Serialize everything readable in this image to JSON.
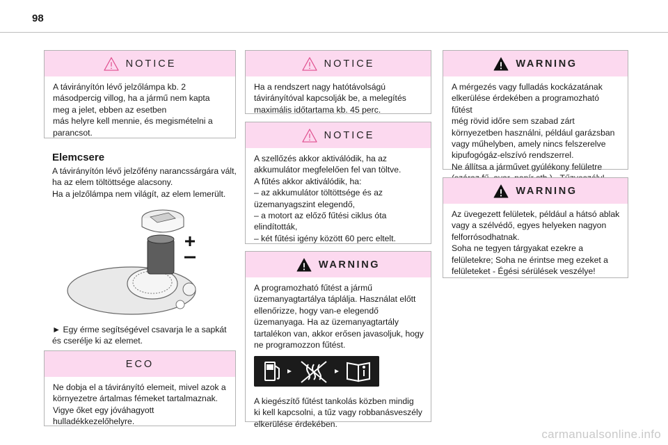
{
  "page": {
    "number": "98"
  },
  "left": {
    "notice": {
      "title": "NOTICE",
      "lines": [
        "A távirányítón lévő jelzőlámpa kb. 2",
        "másodpercig villog, ha a jármű nem kapta",
        "meg a jelet, ebben az esetben",
        "más helyre kell mennie, és megismételni a",
        "parancsot."
      ]
    },
    "battery": {
      "title": "Elemcsere",
      "lines": [
        "A távirányítón lévő jelzőfény narancssárgára vált,",
        "ha az elem töltöttsége alacsony.",
        "Ha a jelzőlámpa nem világít, az elem lemerült."
      ],
      "instruction": [
        "► Egy érme segítségével csavarja le a sapkát",
        "és cserélje ki az elemet."
      ]
    },
    "eco": {
      "title": "ECO",
      "lines": [
        "Ne dobja el a távirányító elemeit, mivel azok a",
        "környezetre ártalmas fémeket tartalmaznak.",
        "Vigye őket egy jóváhagyott",
        "hulladékkezelőhelyre."
      ]
    }
  },
  "middle": {
    "notice1": {
      "title": "NOTICE",
      "lines": [
        "Ha a rendszert nagy hatótávolságú",
        "távirányítóval kapcsolják be, a melegítés",
        "maximális időtartama kb. 45 perc."
      ]
    },
    "notice2": {
      "title": "NOTICE",
      "lines": [
        "A szellőzés akkor aktiválódik, ha az",
        "akkumulátor megfelelően fel van töltve.",
        "A fűtés akkor aktiválódik, ha:",
        "–  az akkumulátor töltöttsége és az",
        "üzemanyagszint elegendő,",
        "–  a motort az előző fűtési ciklus óta",
        "elindították,",
        "–  két fűtési igény között 60 perc eltelt."
      ]
    },
    "warning": {
      "title": "WARNING",
      "lines": [
        "A programozható fűtést a jármű",
        "üzemanyagtartálya táplálja. Használat előtt",
        "ellenőrizze, hogy van-e elegendő",
        "üzemanyaga. Ha az üzemanyagtartály",
        "tartalékon van, akkor erősen javasoljuk, hogy",
        "ne programozzon fűtést."
      ],
      "after_lines": [
        "A kiegészítő fűtést tankolás közben mindig",
        "ki kell kapcsolni, a tűz vagy robbanásveszély",
        "elkerülése érdekében."
      ]
    }
  },
  "right": {
    "warning1": {
      "title": "WARNING",
      "lines": [
        "A mérgezés vagy fulladás kockázatának",
        "elkerülése érdekében a programozható fűtést",
        "még rövid időre sem szabad zárt",
        "környezetben használni, például garázsban",
        "vagy műhelyben, amely nincs felszerelve",
        "kipufogógáz-elszívó rendszerrel.",
        "Ne állítsa a járművet gyúlékony felületre",
        "(száraz fű, avar, papír stb.) - Tűzveszély!"
      ]
    },
    "warning2": {
      "title": "WARNING",
      "lines": [
        "Az üvegezett felületek, például a hátsó ablak",
        "vagy a szélvédő, egyes helyeken nagyon",
        "felforrósodhatnak.",
        "Soha ne tegyen tárgyakat ezekre a",
        "felületekre; Soha ne érintse meg ezeket a",
        "felületeket - Égési sérülések veszélye!"
      ]
    }
  },
  "watermark": "carmanualsonline.info",
  "colors": {
    "box_header": "#fcd9ef",
    "border": "#b3b3b3",
    "text": "#1a1a1a"
  }
}
